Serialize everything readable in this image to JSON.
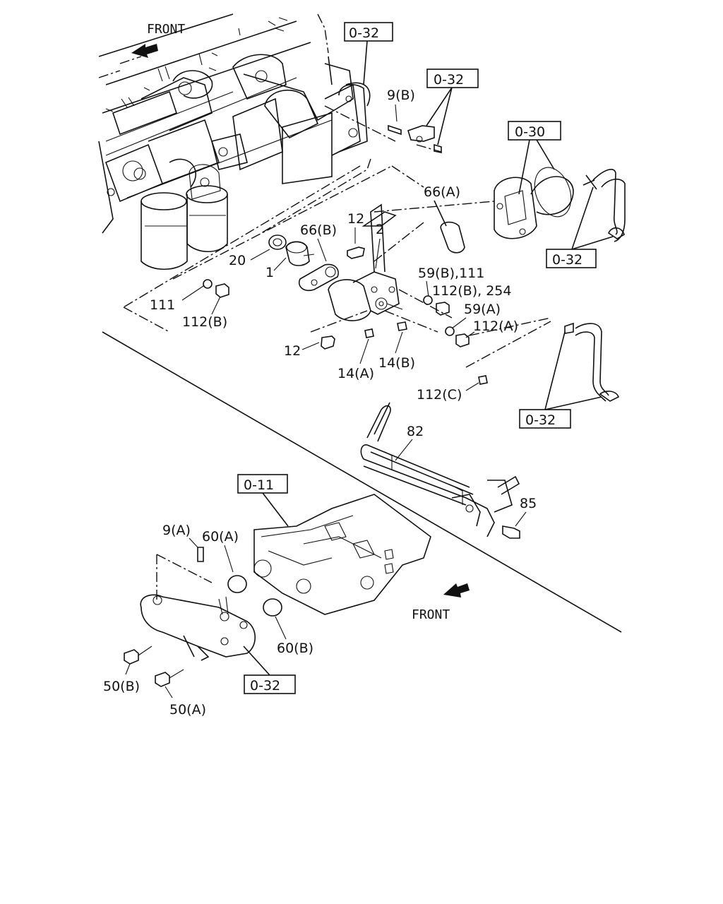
{
  "front_labels": {
    "top": "FRONT",
    "bottom": "FRONT"
  },
  "ref_boxes": {
    "r032_top": "0-32",
    "r032_bracket": "0-32",
    "r030": "0-30",
    "r032_right": "0-32",
    "r032_mid_right": "0-32",
    "r011": "0-11",
    "r032_bottom": "0-32"
  },
  "labels": {
    "p9b": "9(B)",
    "p66a": "66(A)",
    "p66b": "66(B)",
    "p12_top": "12",
    "p2": "2",
    "p20": "20",
    "p1": "1",
    "p59b_111": "59(B),111",
    "p112b_254": "112(B), 254",
    "p59a": "59(A)",
    "p112a": "112(A)",
    "p111": "111",
    "p112b_left": "112(B)",
    "p12_low": "12",
    "p14a": "14(A)",
    "p14b": "14(B)",
    "p112c": "112(C)",
    "p82": "82",
    "p85": "85",
    "p9a": "9(A)",
    "p60a": "60(A)",
    "p60b": "60(B)",
    "p50b": "50(B)",
    "p50a": "50(A)"
  }
}
